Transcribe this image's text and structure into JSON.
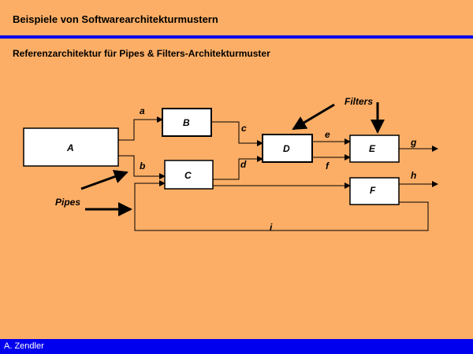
{
  "header": {
    "title": "Beispiele von Softwarearchitekturmustern"
  },
  "slide": {
    "subtitle": "Referenzarchitektur für Pipes & Filters-Architekturmuster"
  },
  "diagram": {
    "filters": {
      "A": "A",
      "B": "B",
      "C": "C",
      "D": "D",
      "E": "E",
      "F": "F"
    },
    "pipes": {
      "a": "a",
      "b": "b",
      "c": "c",
      "d": "d",
      "e": "e",
      "f": "f",
      "g": "g",
      "h": "h",
      "i": "i"
    },
    "annotations": {
      "filters": "Filters",
      "pipes": "Pipes"
    }
  },
  "footer": {
    "author": "A. Zendler"
  },
  "colors": {
    "background": "#FDAE66",
    "accent": "#0000EE"
  }
}
